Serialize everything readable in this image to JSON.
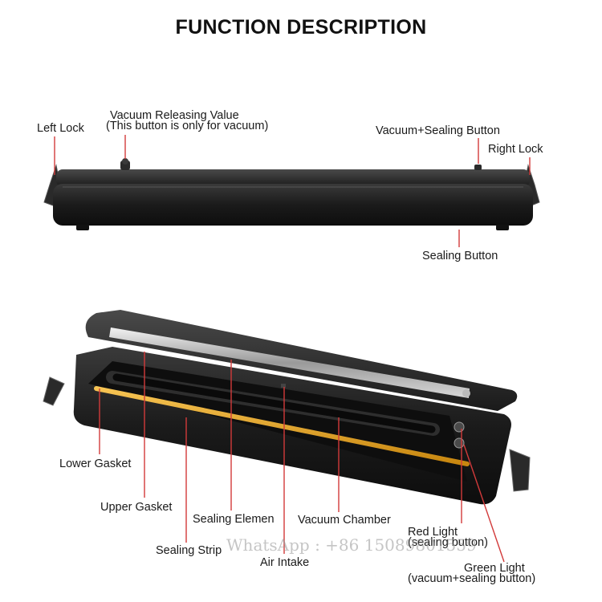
{
  "title": "FUNCTION DESCRIPTION",
  "top_view": {
    "left_lock": "Left Lock",
    "vacuum_releasing": "Vacuum Releasing Value",
    "vacuum_note": "(This button is only for vacuum)",
    "vacuum_sealing_button": "Vacuum+Sealing Button",
    "right_lock": "Right Lock",
    "sealing_button": "Sealing Button"
  },
  "open_view": {
    "lower_gasket": "Lower Gasket",
    "upper_gasket": "Upper Gasket",
    "sealing_element": "Sealing Elemen",
    "vacuum_chamber": "Vacuum Chamber",
    "sealing_strip": "Sealing Strip",
    "air_intake": "Air Intake",
    "red_light": "Red Light",
    "red_light_note": "(sealing button)",
    "green_light": "Green Light",
    "green_light_note": "(vacuum+sealing button)"
  },
  "watermark": "WhatsApp : +86 15089801559",
  "colors": {
    "leader": "#d23a3a",
    "device_body": "#1c1c1c",
    "sealing_strip": "#e0a020"
  }
}
